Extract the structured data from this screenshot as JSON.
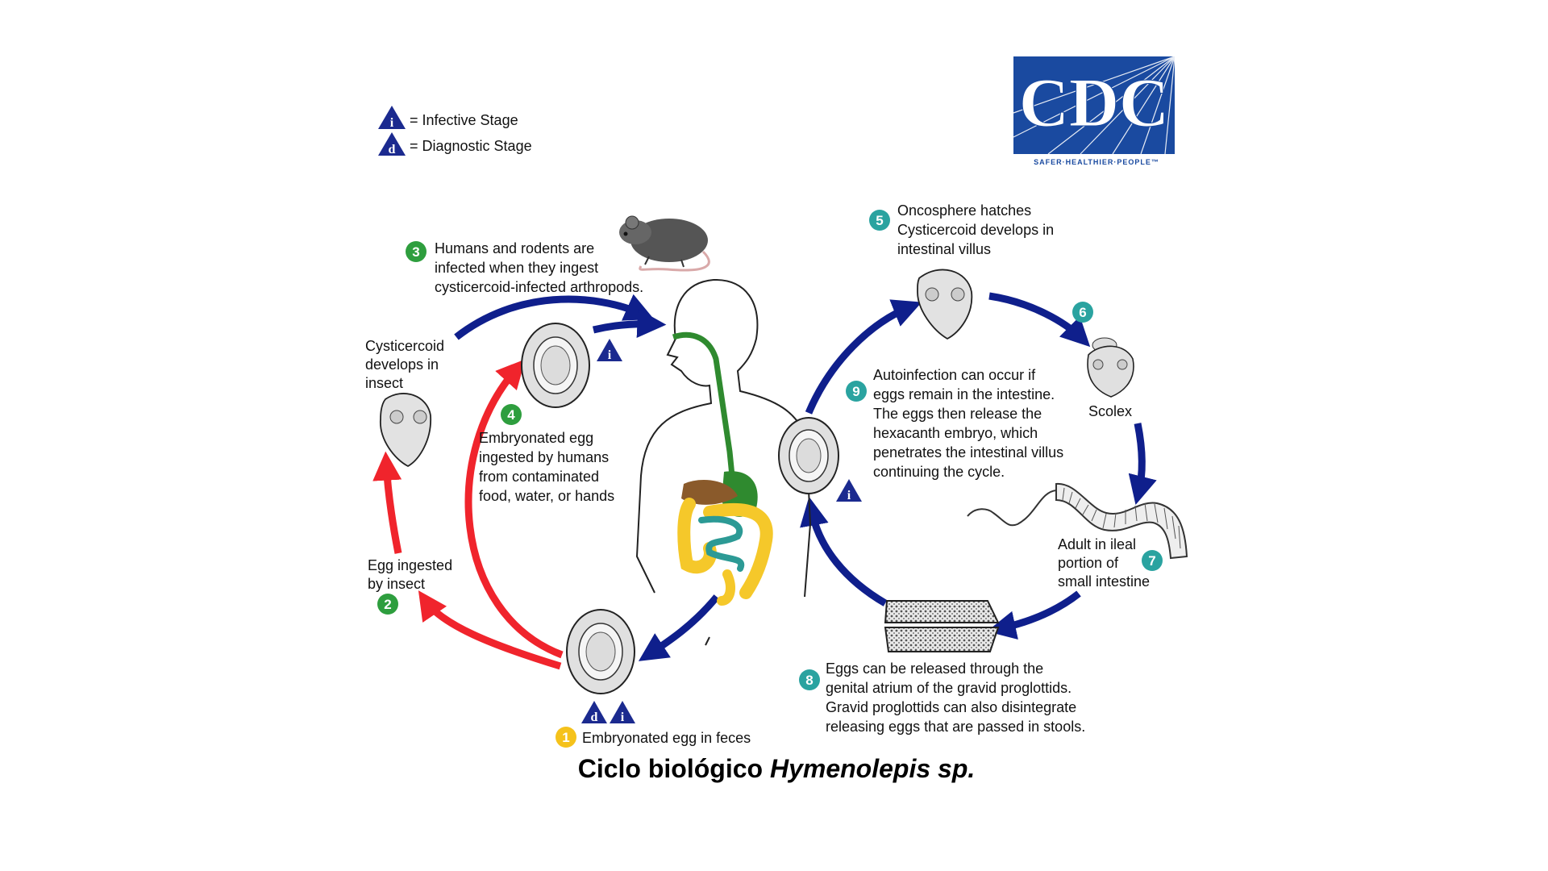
{
  "legend": {
    "infective_letter": "i",
    "infective_label": "= Infective Stage",
    "diagnostic_letter": "d",
    "diagnostic_label": "= Diagnostic Stage"
  },
  "logo": {
    "text": "CDC",
    "tagline": "SAFER·HEALTHIER·PEOPLE™",
    "color": "#1a4aa0"
  },
  "steps": {
    "s1": {
      "num": "1",
      "lines": [
        "Embryonated egg in feces"
      ]
    },
    "s2": {
      "num": "2",
      "lines": [
        "Egg ingested",
        "by insect"
      ]
    },
    "s3": {
      "num": "3",
      "lines": [
        "Humans and rodents are",
        "infected when they ingest",
        "cysticercoid-infected arthropods."
      ]
    },
    "s4": {
      "num": "4",
      "lines": [
        "Embryonated egg",
        "ingested by humans",
        "from contaminated",
        "food, water, or hands"
      ]
    },
    "s5": {
      "num": "5",
      "lines": [
        "Oncosphere hatches",
        "Cysticercoid develops in",
        "intestinal villus"
      ]
    },
    "s6": {
      "num": "6"
    },
    "s7": {
      "num": "7",
      "lines": [
        "Adult in ileal",
        "portion of",
        "small intestine"
      ]
    },
    "s8": {
      "num": "8",
      "lines": [
        "Eggs can be released through the",
        "genital atrium of the gravid proglottids.",
        "Gravid proglottids can also disintegrate",
        "releasing eggs that are passed in stools."
      ]
    },
    "s9": {
      "num": "9",
      "lines": [
        "Autoinfection can occur if",
        "eggs remain in the intestine.",
        "The eggs then release the",
        "hexacanth embryo, which",
        "penetrates the intestinal villus",
        "continuing the cycle."
      ]
    }
  },
  "cysticercoid_label": [
    "Cysticercoid",
    "develops in",
    "insect"
  ],
  "scolex_label": "Scolex",
  "caption": {
    "prefix": "Ciclo biológico ",
    "italic": "Hymenolepis sp."
  },
  "colors": {
    "blue_arrow": "#0f1f8c",
    "red_arrow": "#f0242c",
    "green_badge": "#2e9e3e",
    "teal_badge": "#2aa3a0",
    "yellow_badge": "#f5c21b",
    "stage_triangle": "#1b2a8f",
    "intestine_yellow": "#f5c82a",
    "intestine_teal": "#2c9a95",
    "esophagus_green": "#2f8a2f",
    "liver_brown": "#8a5a2b"
  }
}
